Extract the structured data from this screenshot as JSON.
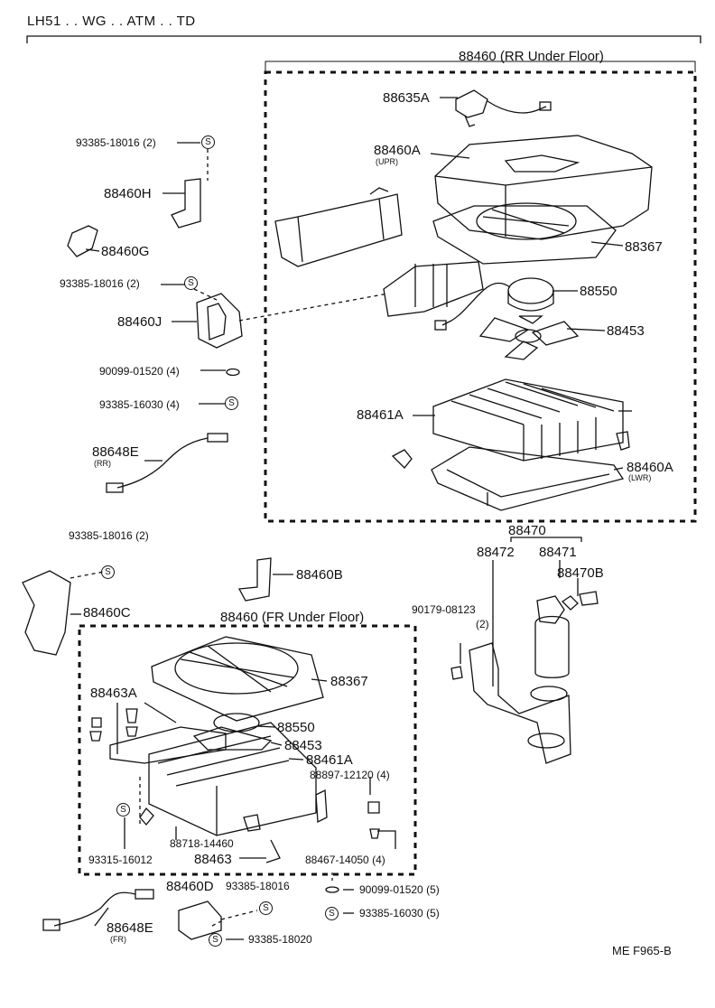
{
  "header": {
    "model_code": "LH51 . . WG . . ATM . . TD"
  },
  "groups": {
    "rr": {
      "part": "88460",
      "caption": "(RR Under Floor)"
    },
    "fr": {
      "part": "88460",
      "caption": "(FR Under Floor)"
    }
  },
  "parts": {
    "p88635A": "88635A",
    "p88460A": "88460A",
    "upr": "(UPR)",
    "p88367_rr": "88367",
    "p88550_rr": "88550",
    "p88453_rr": "88453",
    "p88461A_rr": "88461A",
    "p88460A_lwr": "88460A",
    "lwr": "(LWR)",
    "p93385_18016_a": "93385-18016 (2)",
    "p88460H": "88460H",
    "p88460G": "88460G",
    "p93385_18016_b": "93385-18016 (2)",
    "p88460J": "88460J",
    "p90099_01520_4": "90099-01520 (4)",
    "p93385_16030_4": "93385-16030 (4)",
    "p88648E_rr": "88648E",
    "rr_tag": "(RR)",
    "p93385_18016_c": "93385-18016 (2)",
    "p88460C": "88460C",
    "p88460B": "88460B",
    "p88470": "88470",
    "p88472": "88472",
    "p88471": "88471",
    "p88470B": "88470B",
    "p90179_08123": "90179-08123",
    "qty2": "(2)",
    "p88463A": "88463A",
    "p88367_fr": "88367",
    "p88550_fr": "88550",
    "p88453_fr": "88453",
    "p88461A_fr": "88461A",
    "p88897_12120": "88897-12120 (4)",
    "p88718_14460": "88718-14460",
    "p93315_16012": "93315-16012",
    "p88463": "88463",
    "p88467_14050": "88467-14050 (4)",
    "p88460D": "88460D",
    "p93385_18016_d": "93385-18016",
    "p90099_01520_5": "90099-01520 (5)",
    "p93385_16030_5": "93385-16030 (5)",
    "p88648E_fr": "88648E",
    "fr_tag": "(FR)",
    "p93385_18020": "93385-18020"
  },
  "s_mark": "S",
  "footer": {
    "ref": "ME  F965-B"
  }
}
